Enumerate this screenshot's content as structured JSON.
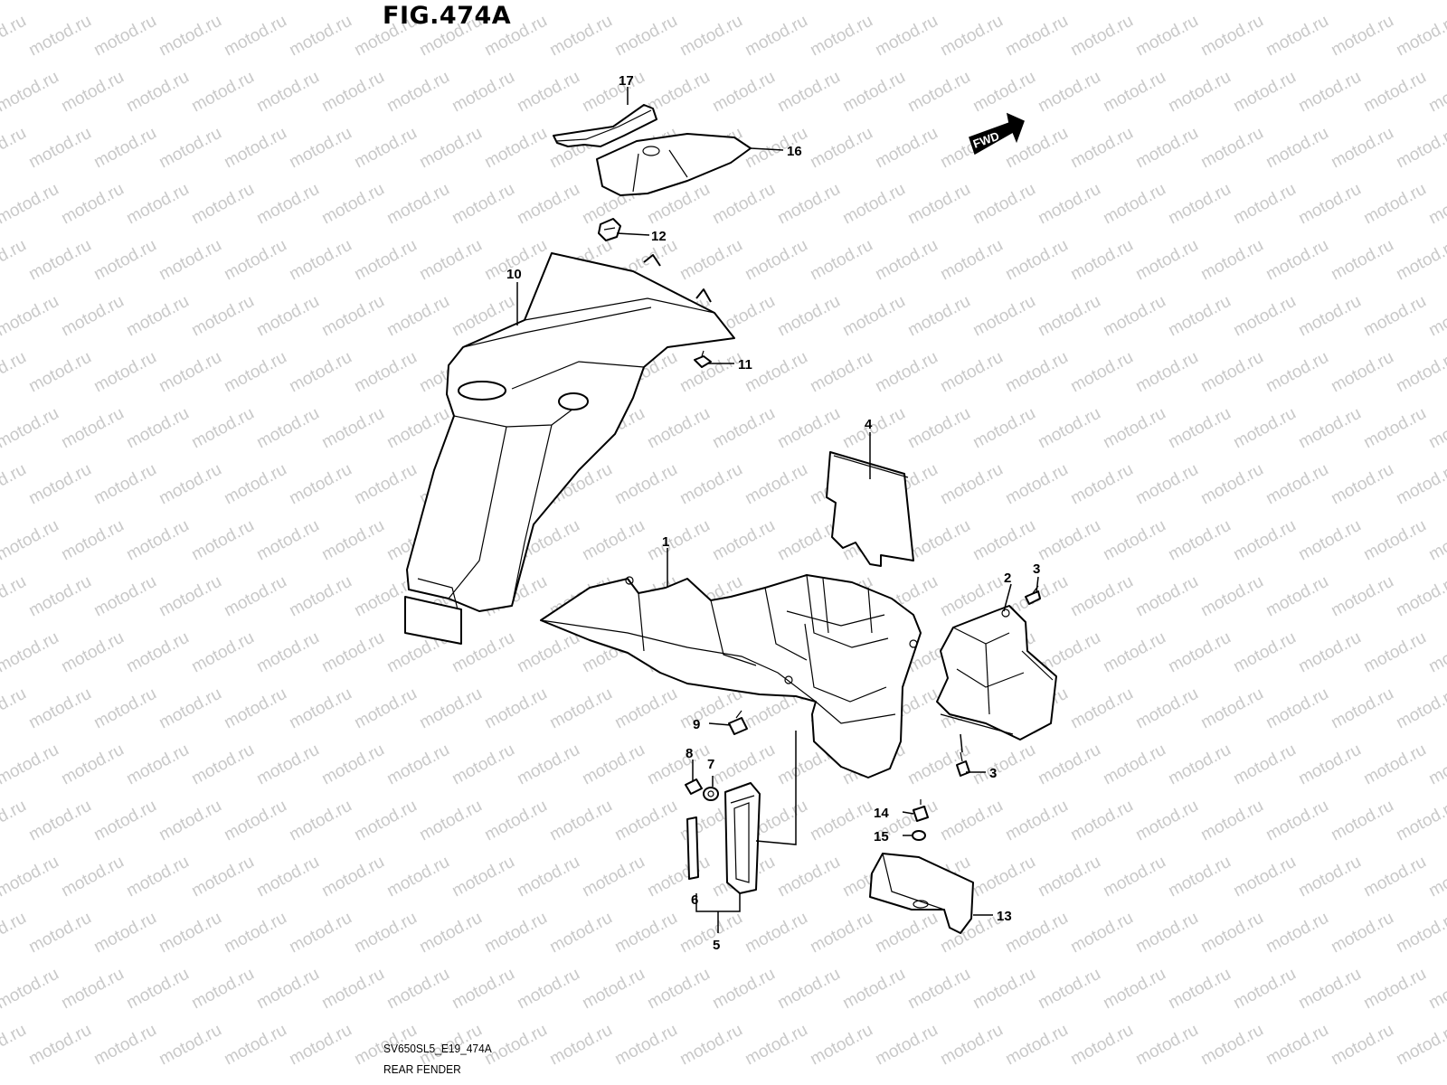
{
  "figure": {
    "title": "FIG.474A",
    "code": "SV650SL5_E19_474A",
    "name": "REAR FENDER",
    "watermark": "motod.ru",
    "fwd_label": "FWD"
  },
  "callouts": [
    {
      "id": "c1",
      "label": "1"
    },
    {
      "id": "c2",
      "label": "2"
    },
    {
      "id": "c3a",
      "label": "3"
    },
    {
      "id": "c3b",
      "label": "3"
    },
    {
      "id": "c4",
      "label": "4"
    },
    {
      "id": "c5",
      "label": "5"
    },
    {
      "id": "c6",
      "label": "6"
    },
    {
      "id": "c7",
      "label": "7"
    },
    {
      "id": "c8",
      "label": "8"
    },
    {
      "id": "c9",
      "label": "9"
    },
    {
      "id": "c10",
      "label": "10"
    },
    {
      "id": "c11",
      "label": "11"
    },
    {
      "id": "c12",
      "label": "12"
    },
    {
      "id": "c13",
      "label": "13"
    },
    {
      "id": "c14",
      "label": "14"
    },
    {
      "id": "c15",
      "label": "15"
    },
    {
      "id": "c16",
      "label": "16"
    },
    {
      "id": "c17",
      "label": "17"
    }
  ],
  "colors": {
    "line": "#000000",
    "background": "#ffffff",
    "watermark": "#c9c9c9"
  }
}
